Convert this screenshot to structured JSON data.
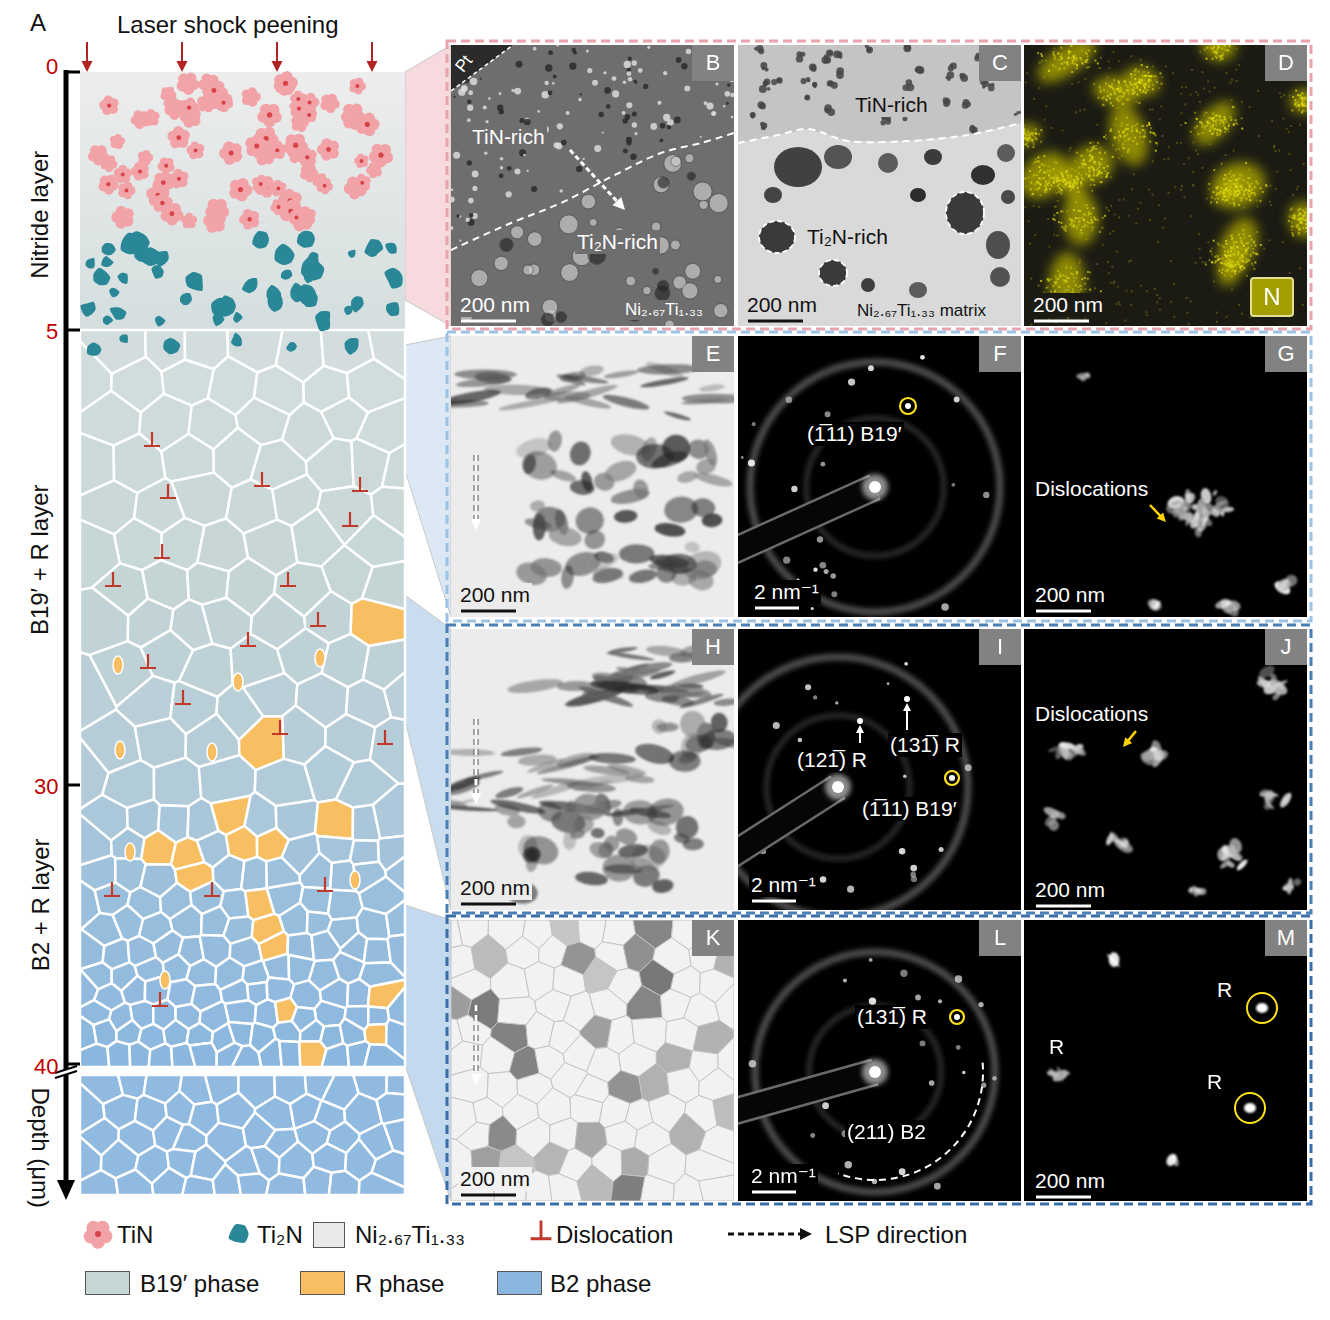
{
  "diagram": {
    "nodes": [
      {
        "text": [
          "Pt",
          "TiN-rich",
          "Ti₂N-rich",
          "200 nm",
          "Ni₂.₆₇Ti₁.₃₃"
        ]
      },
      {
        "text": [
          "B"
        ],
        "in": 0
      },
      {
        "text": [
          "TiN-rich",
          "Ti₂N-rich",
          "200 nm",
          "Ni₂.₆₇Ti₁.₃₃ matrix"
        ]
      },
      {
        "text": [
          "C"
        ],
        "in": 2
      },
      {
        "text": [
          "200 nm"
        ]
      },
      {
        "text": [
          "D"
        ],
        "in": 4
      },
      {
        "text": [
          "N"
        ],
        "in": 4
      },
      {
        "text": [
          "200 nm"
        ]
      },
      {
        "text": [
          "E"
        ],
        "in": 7
      },
      {
        "text": [
          "(1̅11) B19′",
          "2 nm⁻¹"
        ]
      },
      {
        "text": [
          "F"
        ],
        "in": 9
      },
      {
        "text": [
          "Dislocations",
          "200 nm"
        ]
      },
      {
        "text": [
          "G"
        ],
        "in": 11
      },
      {
        "text": [
          "200 nm"
        ]
      },
      {
        "text": [
          "H"
        ],
        "in": 13
      },
      {
        "text": [
          "(121̅) R",
          "(131̅) R",
          "(1̅11) B19′",
          "2 nm⁻¹"
        ]
      },
      {
        "text": [
          "I"
        ],
        "in": 15
      },
      {
        "text": [
          "Dislocations",
          "200 nm"
        ]
      },
      {
        "text": [
          "J"
        ],
        "in": 17
      },
      {
        "text": [
          "200 nm"
        ]
      },
      {
        "text": [
          "K"
        ],
        "in": 19
      },
      {
        "text": [
          "(131̅) R",
          "(211) B2",
          "2 nm⁻¹"
        ]
      },
      {
        "text": [
          "L"
        ],
        "in": 21
      },
      {
        "text": [
          "R",
          "R",
          "R",
          "200 nm"
        ]
      },
      {
        "text": [
          "M"
        ],
        "in": 23
      }
    ],
    "labels": [
      "A",
      "Laser shock peening",
      "0",
      "5",
      "30",
      "40",
      "Nitride layer",
      "B19′ + R layer",
      "B2 + R layer",
      "Depth (μm)"
    ],
    "legend": [
      {
        "text": "TiN"
      },
      {
        "text": "Ti₂N"
      },
      {
        "text": "Ni₂.₆₇Ti₁.₃₃",
        "color": "#e8e9e9"
      },
      {
        "text": "Dislocation"
      },
      {
        "text": "LSP direction"
      },
      {
        "text": "B19′ phase",
        "color": "#c7d6d6"
      },
      {
        "text": "R phase",
        "color": "#f7bf62"
      },
      {
        "text": "B2 phase",
        "color": "#8ab6df"
      }
    ]
  }
}
